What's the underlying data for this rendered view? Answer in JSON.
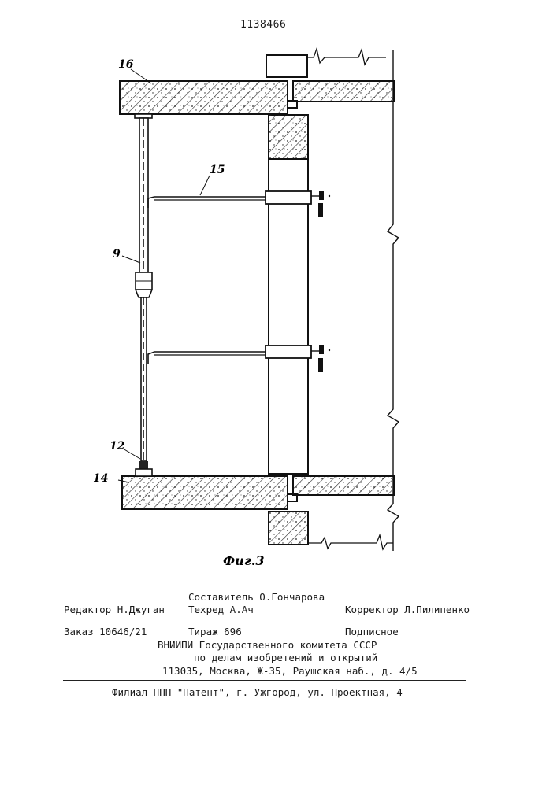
{
  "header": {
    "patent_number": "1138466"
  },
  "figure": {
    "caption": "Фиг.3",
    "labels": {
      "slab_top": "16",
      "rod": "15",
      "prop": "9",
      "jack": "12",
      "slab_bottom": "14"
    }
  },
  "imprint": {
    "compiler": "Составитель О.Гончарова",
    "editor": "Редактор Н.Джуган",
    "techred": "Техред А.Ач",
    "corrector": "Корректор Л.Пилипенко",
    "order": "Заказ 10646/21",
    "circulation": "Тираж 696",
    "subscription": "Подписное",
    "org_line1": "ВНИИПИ Государственного комитета СССР",
    "org_line2": "по делам изобретений и открытий",
    "address": "113035, Москва, Ж-35, Раушская наб., д. 4/5",
    "branch": "Филиал ППП \"Патент\", г. Ужгород, ул. Проектная, 4"
  }
}
